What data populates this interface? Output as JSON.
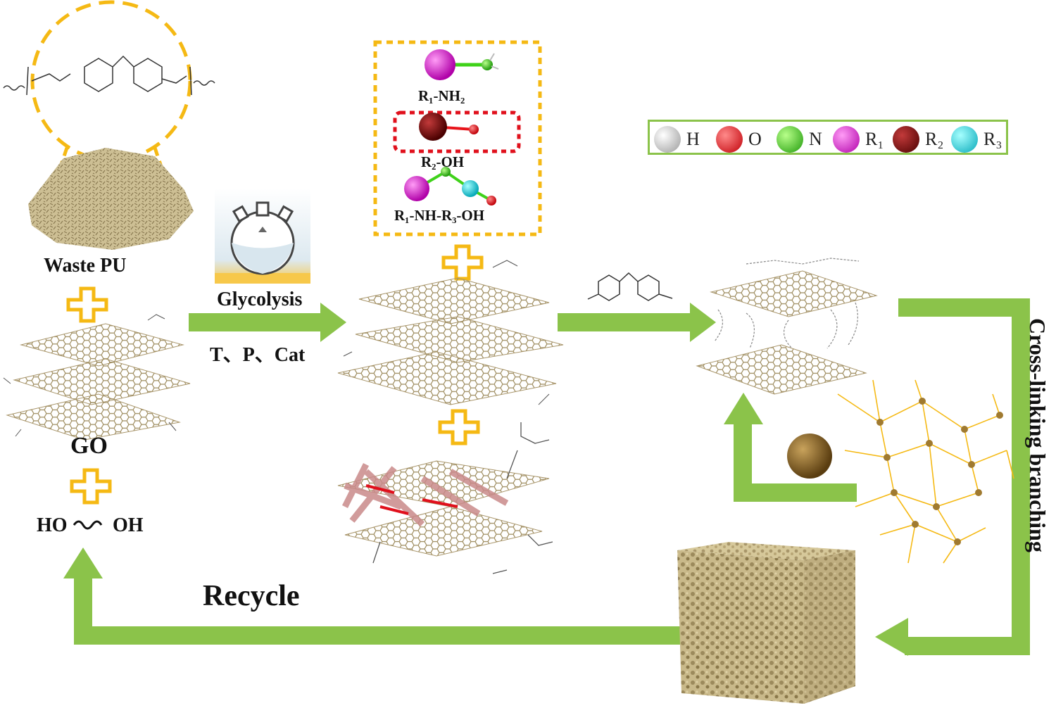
{
  "labels": {
    "waste_pu": "Waste PU",
    "go": "GO",
    "diol": "HO",
    "diol_end": "OH",
    "glycolysis": "Glycolysis",
    "conditions": "T、P、Cat",
    "recycle": "Recycle",
    "cross_linking": "Cross-linking branching"
  },
  "molecules": {
    "m1": "R₁-NH₂",
    "m2": "R₂-OH",
    "m3": "R₁-NH-R₃-OH"
  },
  "legend": [
    {
      "label": "H",
      "color": "#f2f2f2"
    },
    {
      "label": "O",
      "color": "#e8141b"
    },
    {
      "label": "N",
      "color": "#3fd21a"
    },
    {
      "label": "R₁",
      "color": "#e21ad8"
    },
    {
      "label": "R₂",
      "color": "#7a0b0b"
    },
    {
      "label": "R₃",
      "color": "#17d9e6"
    }
  ],
  "colors": {
    "arrow": "#8bc34a",
    "plus": "#f5b914",
    "graphene": "#a8956a",
    "dashed_orange": "#f5b914",
    "dashed_red": "#e0101c"
  }
}
